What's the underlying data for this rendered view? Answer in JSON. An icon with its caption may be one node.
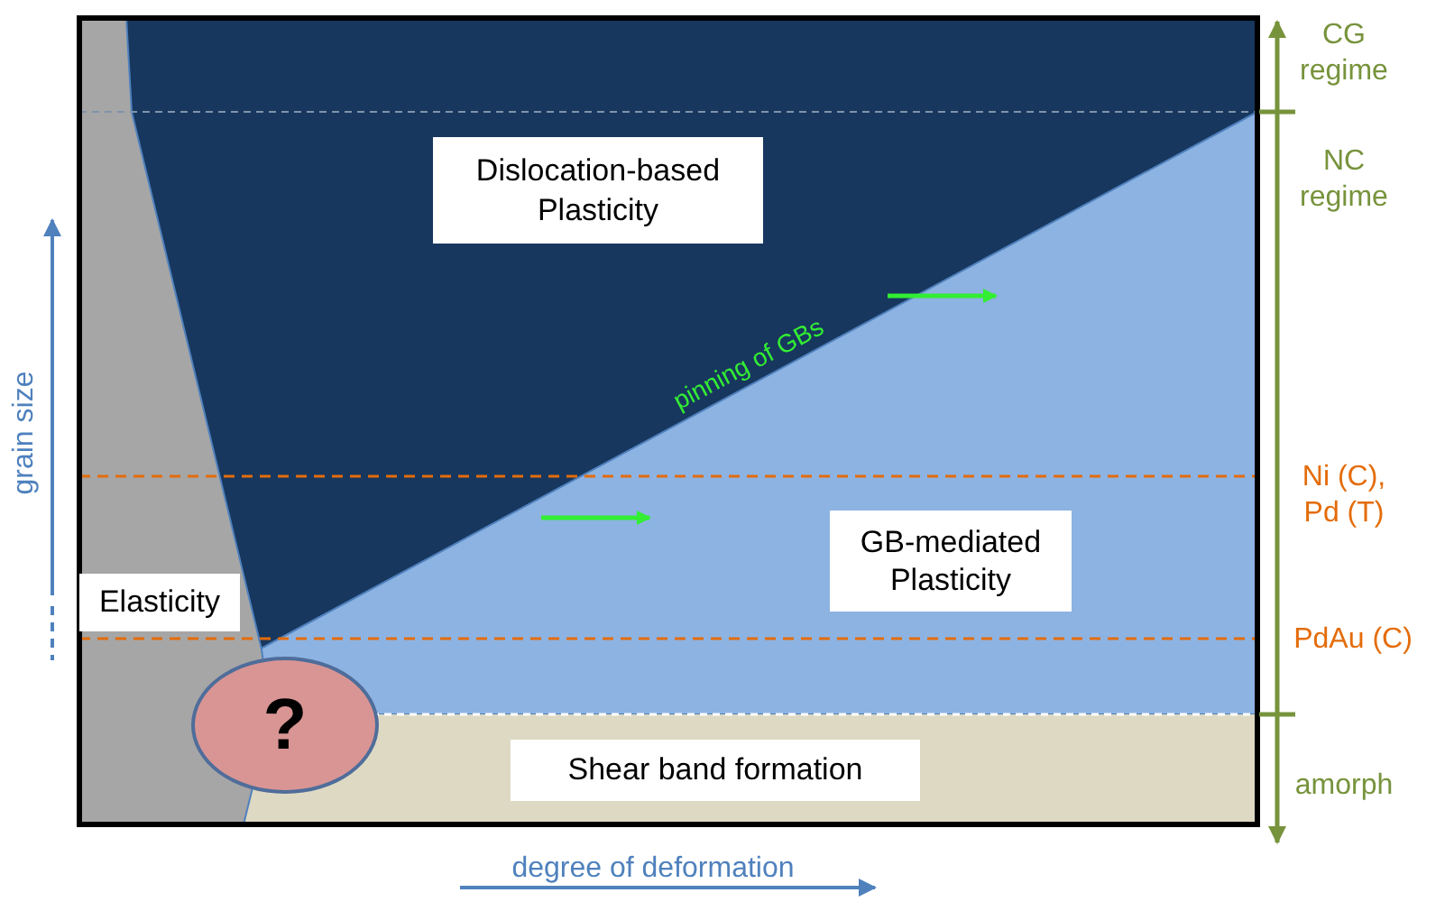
{
  "diagram": {
    "nodes": [
      {
        "text": [
          "Dislocation-based Plasticity"
        ]
      },
      {
        "text": [
          "GB-mediated Plasticity"
        ]
      },
      {
        "text": [
          "Elasticity"
        ]
      },
      {
        "text": [
          "?"
        ]
      },
      {
        "text": [
          "Shear band formation"
        ]
      }
    ],
    "labels": [
      "CG regime",
      "NC regime",
      "pinning of GBs",
      "Ni (C), Pd (T)",
      "PdAu (C)",
      "amorph",
      "grain size",
      "degree of deformation"
    ]
  }
}
